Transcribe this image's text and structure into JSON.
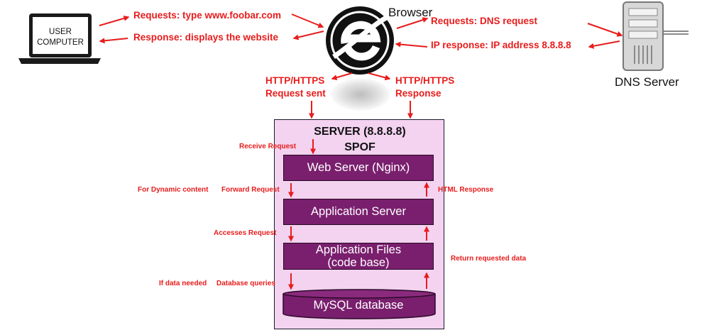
{
  "user_computer": {
    "line1": "USER",
    "line2": "COMPUTER"
  },
  "browser": {
    "label": "Browser",
    "icon": "internet-explorer-icon"
  },
  "dns": {
    "label": "DNS Server",
    "icon": "server-tower-icon"
  },
  "labels": {
    "req_type": "Requests: type www.foobar.com",
    "resp_display": "Response: displays the website",
    "req_dns": "Requests: DNS request",
    "ip_resp": "IP response: IP address 8.8.8.8",
    "http_req_1": "HTTP/HTTPS",
    "http_req_2": "Request sent",
    "http_resp_1": "HTTP/HTTPS",
    "http_resp_2": "Response"
  },
  "server": {
    "title": "SERVER (8.8.8.8)",
    "subtitle": "SPOF",
    "web_server": "Web Server (Nginx)",
    "app_server": "Application Server",
    "app_files_1": "Application Files",
    "app_files_2": "(code base)",
    "database": "MySQL database"
  },
  "flow_labels": {
    "receive_request": "Receive Request",
    "dynamic_content": "For Dynamic content",
    "forward_request": "Forward Request",
    "html_response": "HTML Response",
    "accesses_request": "Accesses Request",
    "return_data": "Return requested data",
    "if_data_needed": "If data needed",
    "database_queries": "Database queries"
  },
  "colors": {
    "arrow": "#e81c1c",
    "server_bg": "#f3d3f0",
    "box": "#7a1f6e",
    "label": "#e81c1c"
  }
}
